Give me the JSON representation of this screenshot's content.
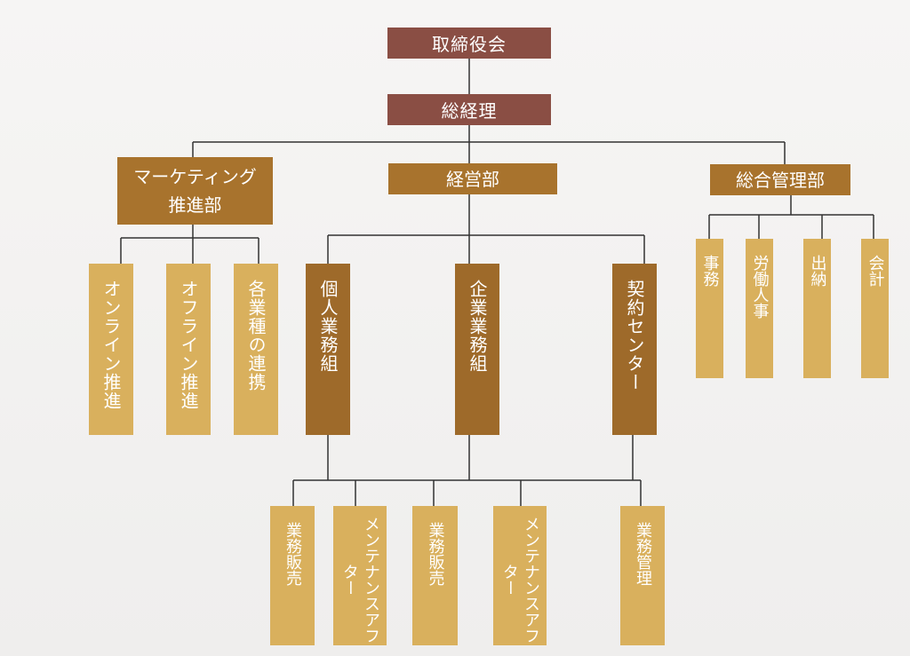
{
  "board": "取締役会",
  "gm": "総経理",
  "departments": {
    "marketing": "マーケティング推進部",
    "management": "経営部",
    "general_affairs": "総合管理部"
  },
  "marketing_units": [
    "オンライン推進",
    "オフライン推進",
    "各業種の連携"
  ],
  "management_groups": [
    "個人業務組",
    "企業業務組",
    "契約センター"
  ],
  "general_units": [
    "事務",
    "労働人事",
    "出納",
    "会計"
  ],
  "sub_units": [
    "業務販売",
    "メンテナンスアフター",
    "業務販売",
    "メンテナンスアフター",
    "業務管理"
  ],
  "colors": {
    "executive": "#8a4e44",
    "department": "#a8732d",
    "group": "#9e6a2a",
    "unit": "#d9b05d",
    "connector": "#333333"
  }
}
